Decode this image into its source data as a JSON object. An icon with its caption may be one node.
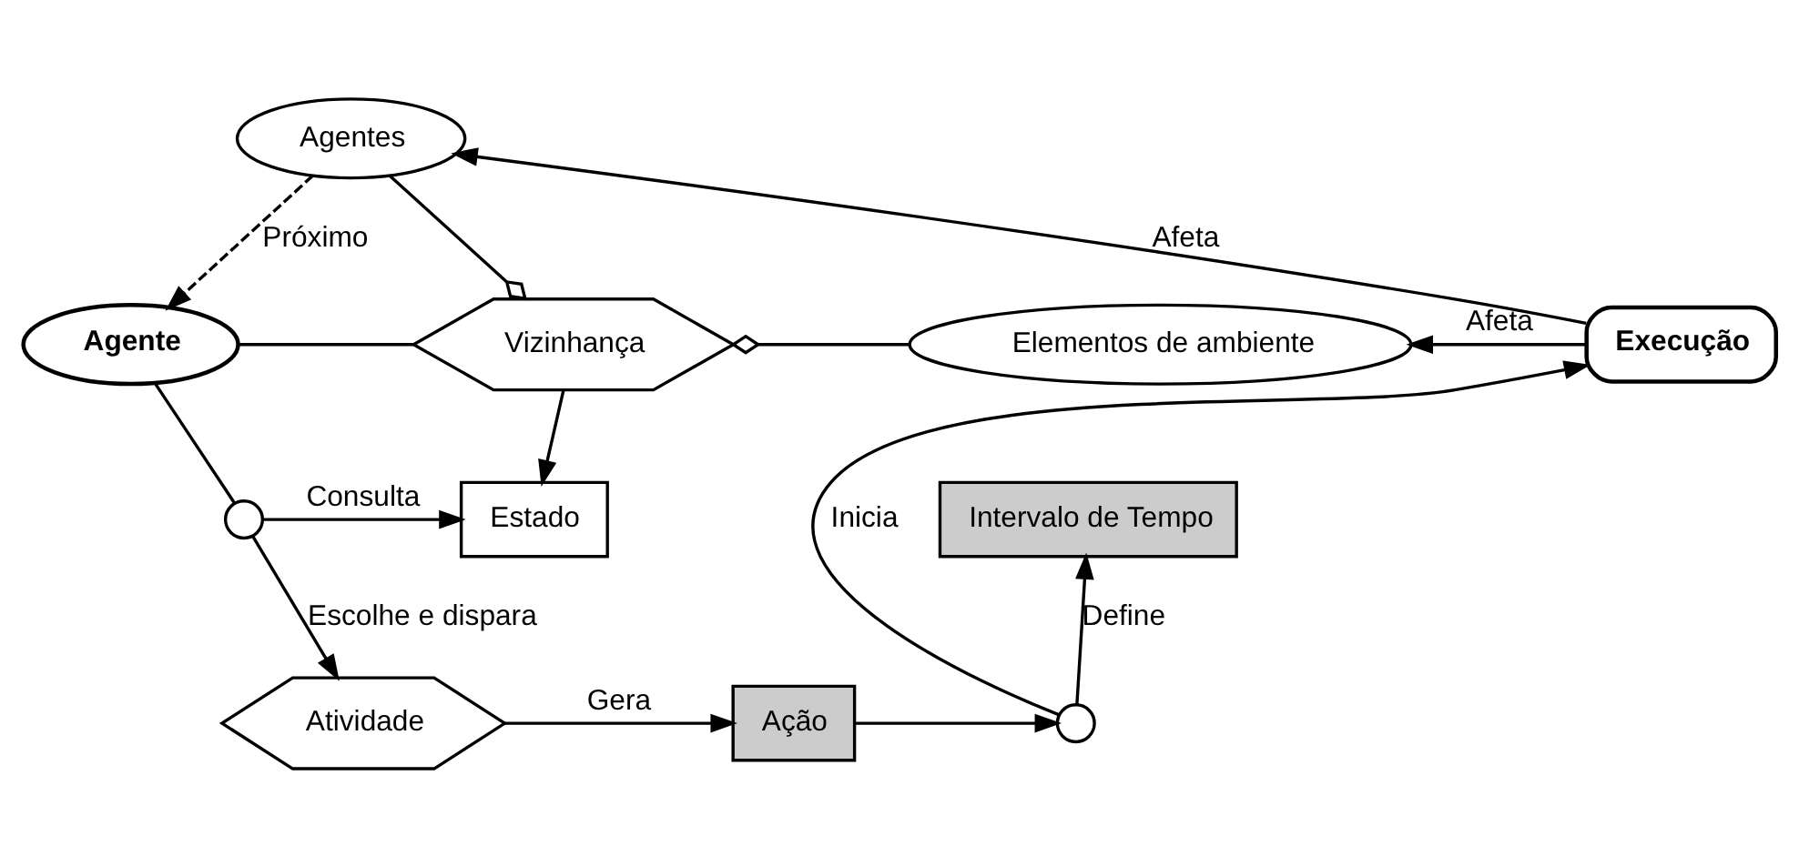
{
  "diagram": {
    "nodes": [
      {
        "text": [
          "Agentes"
        ]
      },
      {
        "text": [
          "Agente"
        ]
      },
      {
        "text": [
          "Vizinhança"
        ]
      },
      {
        "text": [
          "Elementos de ambiente"
        ]
      },
      {
        "text": [
          "Execução"
        ]
      },
      {
        "text": [],
        "shape": "circle"
      },
      {
        "text": [
          "Estado"
        ]
      },
      {
        "text": [
          "Intervalo de Tempo"
        ]
      },
      {
        "text": [
          "Atividade"
        ]
      },
      {
        "text": [
          "Ação"
        ]
      },
      {
        "text": [],
        "shape": "circle"
      }
    ],
    "edges": [
      {
        "from": 0,
        "to": 1,
        "arrow": "to",
        "label": "Próximo",
        "style": "dashed"
      },
      {
        "from": 0,
        "to": 2,
        "arrow": "other"
      },
      {
        "from": 1,
        "to": 2,
        "arrow": "none"
      },
      {
        "from": 3,
        "to": 2,
        "arrow": "other"
      },
      {
        "from": 4,
        "to": 3,
        "arrow": "to",
        "label": "Afeta"
      },
      {
        "from": 4,
        "to": 0,
        "arrow": "to",
        "label": "Afeta"
      },
      {
        "from": 2,
        "to": 6,
        "arrow": "to"
      },
      {
        "from": 1,
        "to": 5,
        "arrow": "none"
      },
      {
        "from": 5,
        "to": 6,
        "arrow": "to",
        "label": "Consulta"
      },
      {
        "from": 5,
        "to": 8,
        "arrow": "to",
        "label": "Escolhe e dispara"
      },
      {
        "from": 8,
        "to": 9,
        "arrow": "to",
        "label": "Gera"
      },
      {
        "from": 9,
        "to": 10,
        "arrow": "to"
      },
      {
        "from": 10,
        "to": 7,
        "arrow": "to",
        "label": "Define"
      },
      {
        "from": 10,
        "to": 4,
        "arrow": "to",
        "label": "Inicia"
      }
    ]
  }
}
